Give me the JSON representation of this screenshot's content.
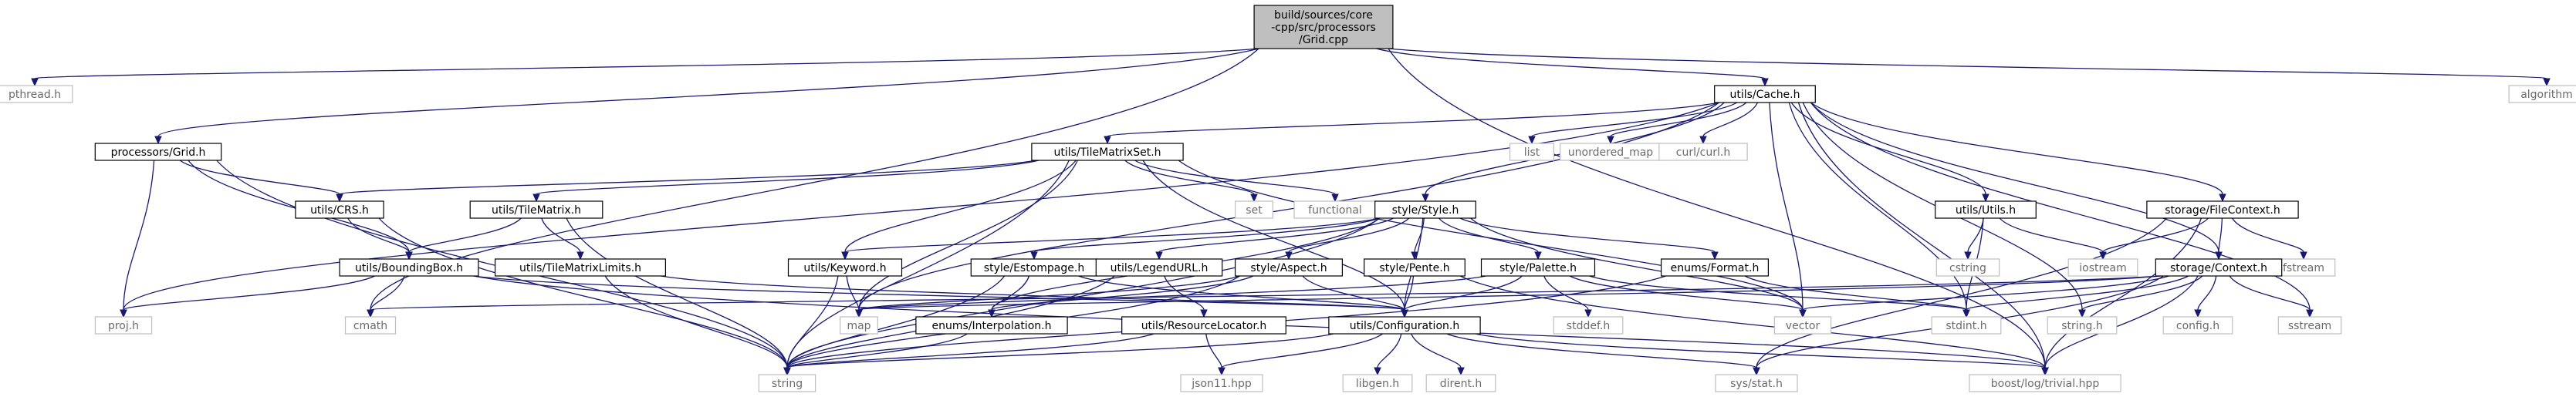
{
  "diagram": {
    "nodes": [
      {
        "id": "grid_cpp",
        "kind": "root",
        "lines": [
          "build/sources/core",
          "-cpp/src/processors",
          "/Grid.cpp"
        ]
      },
      {
        "id": "pthread_h",
        "kind": "system",
        "lines": [
          "pthread.h"
        ]
      },
      {
        "id": "algorithm",
        "kind": "system",
        "lines": [
          "algorithm"
        ]
      },
      {
        "id": "processors_grid_h",
        "kind": "local",
        "lines": [
          "processors/Grid.h"
        ]
      },
      {
        "id": "utils_cache_h",
        "kind": "local",
        "lines": [
          "utils/Cache.h"
        ]
      },
      {
        "id": "cmath",
        "kind": "system",
        "lines": [
          "cmath"
        ]
      },
      {
        "id": "boost_log_trivial",
        "kind": "system",
        "lines": [
          "boost/log/trivial.hpp"
        ]
      },
      {
        "id": "list",
        "kind": "system",
        "lines": [
          "list"
        ]
      },
      {
        "id": "unordered_map",
        "kind": "system",
        "lines": [
          "unordered_map"
        ]
      },
      {
        "id": "curl_h",
        "kind": "system",
        "lines": [
          "curl/curl.h"
        ]
      },
      {
        "id": "utils_tilematrixset_h",
        "kind": "local",
        "lines": [
          "utils/TileMatrixSet.h"
        ]
      },
      {
        "id": "utils_crs_h",
        "kind": "local",
        "lines": [
          "utils/CRS.h"
        ]
      },
      {
        "id": "utils_tilematrix_h",
        "kind": "local",
        "lines": [
          "utils/TileMatrix.h"
        ]
      },
      {
        "id": "set",
        "kind": "system",
        "lines": [
          "set"
        ]
      },
      {
        "id": "functional",
        "kind": "system",
        "lines": [
          "functional"
        ]
      },
      {
        "id": "style_style_h",
        "kind": "local",
        "lines": [
          "style/Style.h"
        ]
      },
      {
        "id": "utils_utils_h",
        "kind": "local",
        "lines": [
          "utils/Utils.h"
        ]
      },
      {
        "id": "storage_filecontext_h",
        "kind": "local",
        "lines": [
          "storage/FileContext.h"
        ]
      },
      {
        "id": "cstring",
        "kind": "system",
        "lines": [
          "cstring"
        ]
      },
      {
        "id": "iostream",
        "kind": "system",
        "lines": [
          "iostream"
        ]
      },
      {
        "id": "fstream",
        "kind": "system",
        "lines": [
          "fstream"
        ]
      },
      {
        "id": "storage_context_h",
        "kind": "local",
        "lines": [
          "storage/Context.h"
        ]
      },
      {
        "id": "utils_boundingbox_h",
        "kind": "local",
        "lines": [
          "utils/BoundingBox.h"
        ]
      },
      {
        "id": "utils_tilematrixlimits_h",
        "kind": "local",
        "lines": [
          "utils/TileMatrixLimits.h"
        ]
      },
      {
        "id": "utils_keyword_h",
        "kind": "local",
        "lines": [
          "utils/Keyword.h"
        ]
      },
      {
        "id": "style_estompage_h",
        "kind": "local",
        "lines": [
          "style/Estompage.h"
        ]
      },
      {
        "id": "utils_legendurl_h",
        "kind": "local",
        "lines": [
          "utils/LegendURL.h"
        ]
      },
      {
        "id": "style_aspect_h",
        "kind": "local",
        "lines": [
          "style/Aspect.h"
        ]
      },
      {
        "id": "style_pente_h",
        "kind": "local",
        "lines": [
          "style/Pente.h"
        ]
      },
      {
        "id": "style_palette_h",
        "kind": "local",
        "lines": [
          "style/Palette.h"
        ]
      },
      {
        "id": "enums_format_h",
        "kind": "local",
        "lines": [
          "enums/Format.h"
        ]
      },
      {
        "id": "proj_h",
        "kind": "system",
        "lines": [
          "proj.h"
        ]
      },
      {
        "id": "map",
        "kind": "system",
        "lines": [
          "map"
        ]
      },
      {
        "id": "enums_interpolation_h",
        "kind": "local",
        "lines": [
          "enums/Interpolation.h"
        ]
      },
      {
        "id": "utils_resourcelocator_h",
        "kind": "local",
        "lines": [
          "utils/ResourceLocator.h"
        ]
      },
      {
        "id": "utils_configuration_h",
        "kind": "local",
        "lines": [
          "utils/Configuration.h"
        ]
      },
      {
        "id": "stddef_h",
        "kind": "system",
        "lines": [
          "stddef.h"
        ]
      },
      {
        "id": "vector",
        "kind": "system",
        "lines": [
          "vector"
        ]
      },
      {
        "id": "stdint_h",
        "kind": "system",
        "lines": [
          "stdint.h"
        ]
      },
      {
        "id": "string_h",
        "kind": "system",
        "lines": [
          "string.h"
        ]
      },
      {
        "id": "config_h",
        "kind": "system",
        "lines": [
          "config.h"
        ]
      },
      {
        "id": "sstream",
        "kind": "system",
        "lines": [
          "sstream"
        ]
      },
      {
        "id": "string",
        "kind": "system",
        "lines": [
          "string"
        ]
      },
      {
        "id": "json11_hpp",
        "kind": "system",
        "lines": [
          "json11.hpp"
        ]
      },
      {
        "id": "libgen_h",
        "kind": "system",
        "lines": [
          "libgen.h"
        ]
      },
      {
        "id": "dirent_h",
        "kind": "system",
        "lines": [
          "dirent.h"
        ]
      },
      {
        "id": "sys_stat_h",
        "kind": "system",
        "lines": [
          "sys/stat.h"
        ]
      }
    ],
    "edges": [
      [
        "grid_cpp",
        "pthread_h"
      ],
      [
        "grid_cpp",
        "algorithm"
      ],
      [
        "grid_cpp",
        "processors_grid_h"
      ],
      [
        "grid_cpp",
        "utils_cache_h"
      ],
      [
        "grid_cpp",
        "cmath"
      ],
      [
        "grid_cpp",
        "boost_log_trivial"
      ],
      [
        "processors_grid_h",
        "utils_crs_h"
      ],
      [
        "processors_grid_h",
        "utils_boundingbox_h"
      ],
      [
        "processors_grid_h",
        "proj_h"
      ],
      [
        "processors_grid_h",
        "string"
      ],
      [
        "utils_cache_h",
        "list"
      ],
      [
        "utils_cache_h",
        "unordered_map"
      ],
      [
        "utils_cache_h",
        "curl_h"
      ],
      [
        "utils_cache_h",
        "utils_tilematrixset_h"
      ],
      [
        "utils_cache_h",
        "style_style_h"
      ],
      [
        "utils_cache_h",
        "utils_utils_h"
      ],
      [
        "utils_cache_h",
        "storage_filecontext_h"
      ],
      [
        "utils_cache_h",
        "storage_context_h"
      ],
      [
        "utils_cache_h",
        "proj_h"
      ],
      [
        "utils_cache_h",
        "map"
      ],
      [
        "utils_cache_h",
        "vector"
      ],
      [
        "utils_cache_h",
        "stdint_h"
      ],
      [
        "utils_cache_h",
        "string_h"
      ],
      [
        "utils_cache_h",
        "sstream"
      ],
      [
        "utils_cache_h",
        "boost_log_trivial"
      ],
      [
        "utils_tilematrixset_h",
        "utils_crs_h"
      ],
      [
        "utils_tilematrixset_h",
        "utils_tilematrix_h"
      ],
      [
        "utils_tilematrixset_h",
        "set"
      ],
      [
        "utils_tilematrixset_h",
        "functional"
      ],
      [
        "utils_tilematrixset_h",
        "utils_keyword_h"
      ],
      [
        "utils_tilematrixset_h",
        "utils_configuration_h"
      ],
      [
        "utils_tilematrixset_h",
        "map"
      ],
      [
        "utils_tilematrixset_h",
        "string"
      ],
      [
        "utils_tilematrixset_h",
        "vector"
      ],
      [
        "utils_crs_h",
        "utils_boundingbox_h"
      ],
      [
        "utils_crs_h",
        "string"
      ],
      [
        "utils_tilematrix_h",
        "utils_boundingbox_h"
      ],
      [
        "utils_tilematrix_h",
        "utils_tilematrixlimits_h"
      ],
      [
        "utils_tilematrix_h",
        "string"
      ],
      [
        "utils_tilematrixlimits_h",
        "utils_configuration_h"
      ],
      [
        "utils_tilematrixlimits_h",
        "string"
      ],
      [
        "utils_boundingbox_h",
        "proj_h"
      ],
      [
        "utils_boundingbox_h",
        "cmath"
      ],
      [
        "utils_boundingbox_h",
        "utils_configuration_h"
      ],
      [
        "utils_boundingbox_h",
        "boost_log_trivial"
      ],
      [
        "style_style_h",
        "utils_keyword_h"
      ],
      [
        "style_style_h",
        "style_estompage_h"
      ],
      [
        "style_style_h",
        "utils_legendurl_h"
      ],
      [
        "style_style_h",
        "style_aspect_h"
      ],
      [
        "style_style_h",
        "style_pente_h"
      ],
      [
        "style_style_h",
        "style_palette_h"
      ],
      [
        "style_style_h",
        "enums_format_h"
      ],
      [
        "style_style_h",
        "enums_interpolation_h"
      ],
      [
        "style_style_h",
        "utils_configuration_h"
      ],
      [
        "style_style_h",
        "string"
      ],
      [
        "style_style_h",
        "vector"
      ],
      [
        "utils_keyword_h",
        "map"
      ],
      [
        "utils_keyword_h",
        "string"
      ],
      [
        "style_estompage_h",
        "enums_interpolation_h"
      ],
      [
        "style_estompage_h",
        "utils_configuration_h"
      ],
      [
        "style_estompage_h",
        "string"
      ],
      [
        "utils_legendurl_h",
        "utils_resourcelocator_h"
      ],
      [
        "utils_legendurl_h",
        "string"
      ],
      [
        "style_aspect_h",
        "enums_interpolation_h"
      ],
      [
        "style_aspect_h",
        "utils_configuration_h"
      ],
      [
        "style_aspect_h",
        "string"
      ],
      [
        "style_aspect_h",
        "map"
      ],
      [
        "style_pente_h",
        "utils_configuration_h"
      ],
      [
        "style_pente_h",
        "boost_log_trivial"
      ],
      [
        "style_palette_h",
        "utils_configuration_h"
      ],
      [
        "style_palette_h",
        "stddef_h"
      ],
      [
        "style_palette_h",
        "vector"
      ],
      [
        "style_palette_h",
        "stdint_h"
      ],
      [
        "style_palette_h",
        "map"
      ],
      [
        "enums_format_h",
        "stdint_h"
      ],
      [
        "enums_format_h",
        "string"
      ],
      [
        "enums_interpolation_h",
        "string"
      ],
      [
        "utils_resourcelocator_h",
        "json11_hpp"
      ],
      [
        "utils_resourcelocator_h",
        "string"
      ],
      [
        "utils_configuration_h",
        "string"
      ],
      [
        "utils_configuration_h",
        "json11_hpp"
      ],
      [
        "utils_configuration_h",
        "libgen_h"
      ],
      [
        "utils_configuration_h",
        "dirent_h"
      ],
      [
        "utils_configuration_h",
        "sys_stat_h"
      ],
      [
        "utils_configuration_h",
        "boost_log_trivial"
      ],
      [
        "utils_utils_h",
        "cstring"
      ],
      [
        "utils_utils_h",
        "iostream"
      ],
      [
        "utils_utils_h",
        "stdint_h"
      ],
      [
        "storage_filecontext_h",
        "storage_context_h"
      ],
      [
        "storage_filecontext_h",
        "iostream"
      ],
      [
        "storage_filecontext_h",
        "fstream"
      ],
      [
        "storage_filecontext_h",
        "sys_stat_h"
      ],
      [
        "storage_filecontext_h",
        "boost_log_trivial"
      ],
      [
        "storage_context_h",
        "vector"
      ],
      [
        "storage_context_h",
        "stdint_h"
      ],
      [
        "storage_context_h",
        "string_h"
      ],
      [
        "storage_context_h",
        "config_h"
      ],
      [
        "storage_context_h",
        "sstream"
      ],
      [
        "storage_context_h",
        "sys_stat_h"
      ],
      [
        "storage_context_h",
        "boost_log_trivial"
      ],
      [
        "storage_context_h",
        "map"
      ],
      [
        "storage_context_h",
        "cmath"
      ]
    ]
  }
}
